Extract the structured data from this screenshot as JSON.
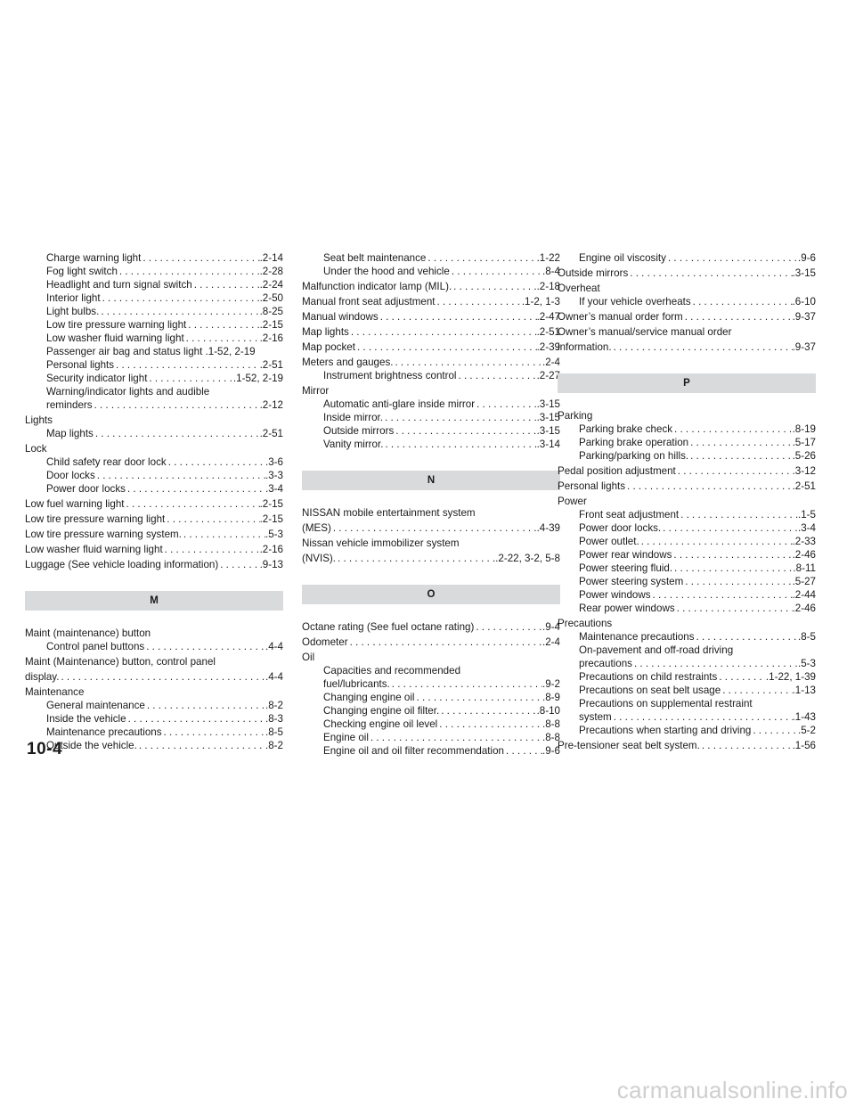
{
  "page_number": "10-4",
  "watermark": "carmanualsonline.info",
  "columns": [
    {
      "entries": [
        {
          "kind": "sub",
          "text": "Charge warning light",
          "page": ".2-14"
        },
        {
          "kind": "sub",
          "text": "Fog light switch",
          "page": ".2-28"
        },
        {
          "kind": "sub",
          "text": "Headlight and turn signal switch",
          "page": ".2-24"
        },
        {
          "kind": "sub",
          "text": "Interior light",
          "page": ".2-50"
        },
        {
          "kind": "sub",
          "text": "Light bulbs.",
          "page": ".8-25"
        },
        {
          "kind": "sub",
          "text": "Low tire pressure warning light",
          "page": ".2-15"
        },
        {
          "kind": "sub",
          "text": "Low washer fluid warning light",
          "page": ".2-16"
        },
        {
          "kind": "sub",
          "text": "Passenger air bag and status light .1-52, 2-19",
          "page": ""
        },
        {
          "kind": "sub",
          "text": "Personal lights",
          "page": ".2-51"
        },
        {
          "kind": "sub",
          "text": "Security indicator light",
          "page": ".1-52, 2-19"
        },
        {
          "kind": "subhead",
          "text": "Warning/indicator lights and audible",
          "page": ""
        },
        {
          "kind": "sub",
          "text": "reminders",
          "page": ".2-12"
        },
        {
          "kind": "head",
          "text": "Lights",
          "page": ""
        },
        {
          "kind": "sub",
          "text": "Map lights",
          "page": ".2-51"
        },
        {
          "kind": "head",
          "text": "Lock",
          "page": ""
        },
        {
          "kind": "sub",
          "text": "Child safety rear door lock",
          "page": ".3-6"
        },
        {
          "kind": "sub",
          "text": "Door locks",
          "page": ".3-3"
        },
        {
          "kind": "sub",
          "text": "Power door locks",
          "page": ".3-4"
        },
        {
          "kind": "main",
          "text": "Low fuel warning light",
          "page": ".2-15"
        },
        {
          "kind": "main",
          "text": "Low tire pressure warning light",
          "page": ".2-15"
        },
        {
          "kind": "main",
          "text": "Low tire pressure warning system.",
          "page": ".5-3"
        },
        {
          "kind": "main",
          "text": "Low washer fluid warning light",
          "page": ".2-16"
        },
        {
          "kind": "main",
          "text": "Luggage (See vehicle loading information)",
          "page": ".9-13"
        },
        {
          "kind": "band",
          "text": "M",
          "page": ""
        },
        {
          "kind": "head",
          "text": "Maint (maintenance) button",
          "page": ""
        },
        {
          "kind": "sub",
          "text": "Control panel buttons",
          "page": ".4-4"
        },
        {
          "kind": "head",
          "text": "Maint (Maintenance) button, control panel",
          "page": ""
        },
        {
          "kind": "main",
          "text": "display.",
          "page": ".4-4"
        },
        {
          "kind": "head",
          "text": "Maintenance",
          "page": ""
        },
        {
          "kind": "sub",
          "text": "General maintenance",
          "page": ".8-2"
        },
        {
          "kind": "sub",
          "text": "Inside the vehicle",
          "page": ".8-3"
        },
        {
          "kind": "sub",
          "text": "Maintenance precautions",
          "page": ".8-5"
        },
        {
          "kind": "sub",
          "text": "Outside the vehicle.",
          "page": ".8-2"
        }
      ]
    },
    {
      "entries": [
        {
          "kind": "sub",
          "text": "Seat belt maintenance",
          "page": ".1-22"
        },
        {
          "kind": "sub",
          "text": "Under the hood and vehicle",
          "page": ".8-4"
        },
        {
          "kind": "main",
          "text": "Malfunction indicator lamp (MIL).",
          "page": ".2-18"
        },
        {
          "kind": "main",
          "text": "Manual front seat adjustment",
          "page": ".1-2, 1-3"
        },
        {
          "kind": "main",
          "text": "Manual windows",
          "page": ".2-47"
        },
        {
          "kind": "main",
          "text": "Map lights",
          "page": ".2-51"
        },
        {
          "kind": "main",
          "text": "Map pocket",
          "page": ".2-39"
        },
        {
          "kind": "main",
          "text": "Meters and gauges.",
          "page": ".2-4"
        },
        {
          "kind": "sub",
          "text": "Instrument brightness control",
          "page": ".2-27"
        },
        {
          "kind": "head",
          "text": "Mirror",
          "page": ""
        },
        {
          "kind": "sub",
          "text": "Automatic anti-glare inside mirror",
          "page": ".3-15"
        },
        {
          "kind": "sub",
          "text": "Inside mirror.",
          "page": ".3-15"
        },
        {
          "kind": "sub",
          "text": "Outside mirrors",
          "page": ".3-15"
        },
        {
          "kind": "sub",
          "text": "Vanity mirror.",
          "page": ".3-14"
        },
        {
          "kind": "band",
          "text": "N",
          "page": ""
        },
        {
          "kind": "head",
          "text": "NISSAN mobile entertainment system",
          "page": ""
        },
        {
          "kind": "main",
          "text": "(MES)",
          "page": ".4-39"
        },
        {
          "kind": "head",
          "text": "Nissan vehicle immobilizer system",
          "page": ""
        },
        {
          "kind": "main",
          "text": "(NVIS).",
          "page": ".2-22, 3-2, 5-8"
        },
        {
          "kind": "band",
          "text": "O",
          "page": ""
        },
        {
          "kind": "main",
          "text": "Octane rating (See fuel octane rating)",
          "page": ".9-4"
        },
        {
          "kind": "main",
          "text": "Odometer",
          "page": ".2-4"
        },
        {
          "kind": "head",
          "text": "Oil",
          "page": ""
        },
        {
          "kind": "subhead",
          "text": "Capacities and recommended",
          "page": ""
        },
        {
          "kind": "sub",
          "text": "fuel/lubricants.",
          "page": ".9-2"
        },
        {
          "kind": "sub",
          "text": "Changing engine oil",
          "page": ".8-9"
        },
        {
          "kind": "sub",
          "text": "Changing engine oil filter.",
          "page": ".8-10"
        },
        {
          "kind": "sub",
          "text": "Checking engine oil level",
          "page": ".8-8"
        },
        {
          "kind": "sub",
          "text": "Engine oil",
          "page": ".8-8"
        },
        {
          "kind": "sub",
          "text": "Engine oil and oil filter recommendation",
          "page": ".9-6"
        }
      ]
    },
    {
      "entries": [
        {
          "kind": "sub",
          "text": "Engine oil viscosity",
          "page": ".9-6"
        },
        {
          "kind": "main",
          "text": "Outside mirrors",
          "page": ".3-15"
        },
        {
          "kind": "head",
          "text": "Overheat",
          "page": ""
        },
        {
          "kind": "sub",
          "text": "If your vehicle overheats",
          "page": ".6-10"
        },
        {
          "kind": "main",
          "text": "Owner’s manual order form",
          "page": ".9-37"
        },
        {
          "kind": "head",
          "text": "Owner’s manual/service manual order",
          "page": ""
        },
        {
          "kind": "main",
          "text": "information.",
          "page": ".9-37"
        },
        {
          "kind": "band",
          "text": "P",
          "page": ""
        },
        {
          "kind": "head",
          "text": "Parking",
          "page": ""
        },
        {
          "kind": "sub",
          "text": "Parking brake check",
          "page": ".8-19"
        },
        {
          "kind": "sub",
          "text": "Parking brake operation",
          "page": ".5-17"
        },
        {
          "kind": "sub",
          "text": "Parking/parking on hills.",
          "page": ".5-26"
        },
        {
          "kind": "main",
          "text": "Pedal position adjustment",
          "page": ".3-12"
        },
        {
          "kind": "main",
          "text": "Personal lights",
          "page": ".2-51"
        },
        {
          "kind": "head",
          "text": "Power",
          "page": ""
        },
        {
          "kind": "sub",
          "text": "Front seat adjustment",
          "page": ".1-5"
        },
        {
          "kind": "sub",
          "text": "Power door locks.",
          "page": ".3-4"
        },
        {
          "kind": "sub",
          "text": "Power outlet.",
          "page": ".2-33"
        },
        {
          "kind": "sub",
          "text": "Power rear windows",
          "page": ".2-46"
        },
        {
          "kind": "sub",
          "text": "Power steering fluid.",
          "page": ".8-11"
        },
        {
          "kind": "sub",
          "text": "Power steering system",
          "page": ".5-27"
        },
        {
          "kind": "sub",
          "text": "Power windows",
          "page": ".2-44"
        },
        {
          "kind": "sub",
          "text": "Rear power windows",
          "page": ".2-46"
        },
        {
          "kind": "head",
          "text": "Precautions",
          "page": ""
        },
        {
          "kind": "sub",
          "text": "Maintenance precautions",
          "page": ".8-5"
        },
        {
          "kind": "subhead",
          "text": "On-pavement and off-road driving",
          "page": ""
        },
        {
          "kind": "sub",
          "text": "precautions",
          "page": ".5-3"
        },
        {
          "kind": "sub",
          "text": "Precautions on child restraints",
          "page": ".1-22, 1-39"
        },
        {
          "kind": "sub",
          "text": "Precautions on seat belt usage",
          "page": ".1-13"
        },
        {
          "kind": "subhead",
          "text": "Precautions on supplemental restraint",
          "page": ""
        },
        {
          "kind": "sub",
          "text": "system",
          "page": ".1-43"
        },
        {
          "kind": "sub",
          "text": "Precautions when starting and driving",
          "page": ".5-2"
        },
        {
          "kind": "main",
          "text": "Pre-tensioner seat belt system.",
          "page": ".1-56"
        }
      ]
    }
  ]
}
